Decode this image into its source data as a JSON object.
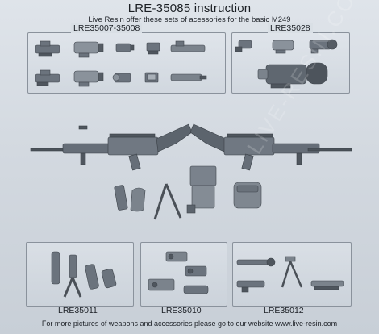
{
  "title": "LRE-35085 instruction",
  "subtitle": "Live Resin offer these sets of acessories for the basic M249",
  "sets": {
    "top_left": "LRE35007-35008",
    "top_right": "LRE35028",
    "bottom_left": "LRE35011",
    "bottom_center": "LRE35010",
    "bottom_right": "LRE35012"
  },
  "watermark": "LIVE-RESIN.COM",
  "footer": "For more pictures of weapons and accessories please go to our website www.live-resin.com",
  "colors": {
    "background": "#d6dce3",
    "part": "#6b737d",
    "part_light": "#9aa2ac",
    "part_dark": "#3f454c"
  }
}
